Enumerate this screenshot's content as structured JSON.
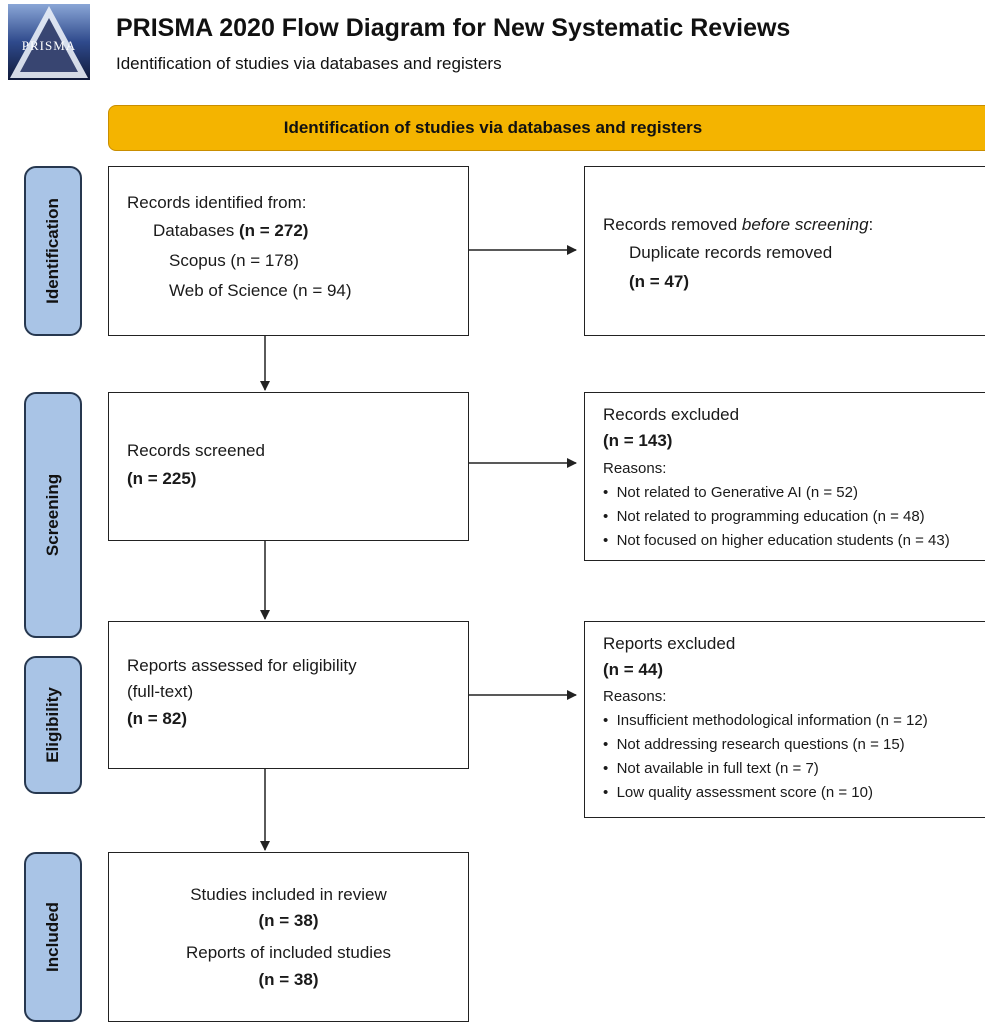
{
  "header": {
    "logo_text": "PRISMA",
    "title": "PRISMA 2020 Flow Diagram for New Systematic Reviews",
    "subtitle": "Identification of studies via databases and registers"
  },
  "banner": {
    "label": "Identification of studies via databases and registers"
  },
  "phases": {
    "identification": "Identification",
    "screening": "Screening",
    "eligibility": "Eligibility",
    "included": "Included"
  },
  "identified": {
    "heading": "Records identified from:",
    "databases_label": "Databases",
    "databases_n": "(n = 272)",
    "scopus": "Scopus (n = 178)",
    "wos": "Web of Science (n = 94)"
  },
  "removed": {
    "heading_prefix": "Records removed",
    "heading_emph": "before screening",
    "heading_suffix": ":",
    "sub": "Duplicate records removed",
    "n": "(n = 47)"
  },
  "screened": {
    "label": "Records screened",
    "n": "(n = 225)"
  },
  "excluded_records": {
    "heading": "Records excluded",
    "n": "(n = 143)",
    "reasons_label": "Reasons:",
    "reasons": [
      "Not related to Generative AI (n = 52)",
      "Not related to programming education (n = 48)",
      "Not focused on higher education students (n = 43)"
    ]
  },
  "assessed": {
    "label": "Reports assessed for eligibility",
    "label2": "(full-text)",
    "n": "(n = 82)"
  },
  "excluded_reports": {
    "heading": "Reports excluded",
    "n": "(n = 44)",
    "reasons_label": "Reasons:",
    "reasons": [
      "Insufficient methodological information (n = 12)",
      "Not addressing research questions (n = 15)",
      "Not available in full text (n = 7)",
      "Low quality assessment score (n = 10)"
    ]
  },
  "included": {
    "studies_label": "Studies included in review",
    "studies_n": "(n = 38)",
    "reports_label": "Reports of included studies",
    "reports_n": "(n = 38)"
  },
  "colors": {
    "banner": "#f4b400",
    "phase_fill": "#a9c4e6",
    "phase_border": "#26374f",
    "line": "#222222"
  }
}
